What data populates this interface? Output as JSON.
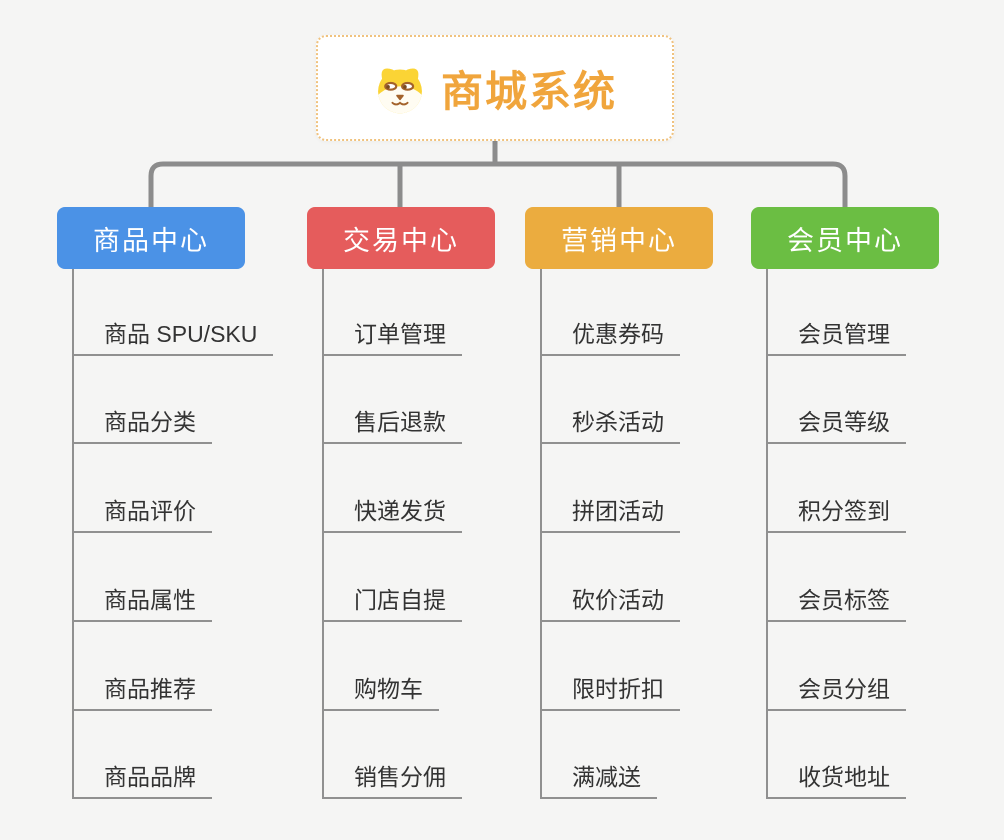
{
  "root": {
    "title": "商城系统",
    "icon": "dog-face-icon",
    "title_color": "#F0A53C",
    "border_color": "#F0C27E"
  },
  "connector_color": "#8C8C8C",
  "branches": [
    {
      "label": "商品中心",
      "color": "#4B92E6",
      "items": [
        "商品 SPU/SKU",
        "商品分类",
        "商品评价",
        "商品属性",
        "商品推荐",
        "商品品牌"
      ]
    },
    {
      "label": "交易中心",
      "color": "#E55C5C",
      "items": [
        "订单管理",
        "售后退款",
        "快递发货",
        "门店自提",
        "购物车",
        "销售分佣"
      ]
    },
    {
      "label": "营销中心",
      "color": "#EBAC3F",
      "items": [
        "优惠券码",
        "秒杀活动",
        "拼团活动",
        "砍价活动",
        "限时折扣",
        "满减送"
      ]
    },
    {
      "label": "会员中心",
      "color": "#6BBE43",
      "items": [
        "会员管理",
        "会员等级",
        "积分签到",
        "会员标签",
        "会员分组",
        "收货地址"
      ]
    }
  ]
}
